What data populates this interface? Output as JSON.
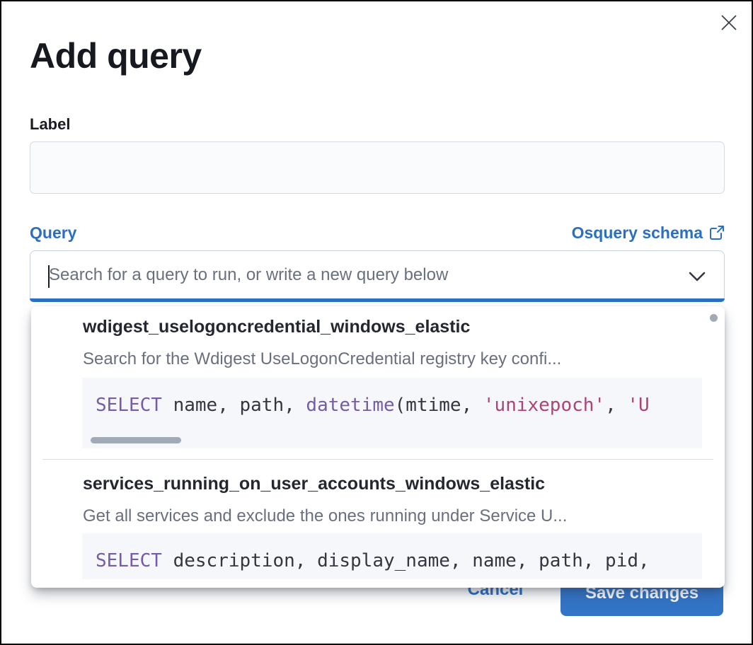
{
  "modal": {
    "title": "Add query",
    "label_field": {
      "label": "Label",
      "value": ""
    },
    "query_row": {
      "label": "Query",
      "schema_link_label": "Osquery schema",
      "schema_link_icon": "external-link-icon"
    },
    "combobox": {
      "placeholder": "Search for a query to run, or write a new query below",
      "value": "",
      "icon": "chevron-down-icon"
    },
    "dropdown": {
      "scrollbar": "vertical-scrollbar-thumb",
      "options": [
        {
          "title": "wdigest_uselogoncredential_windows_elastic",
          "description": "Search for the Wdigest UseLogonCredential registry key confi...",
          "sql": {
            "kw": "SELECT",
            "t1": " name, path, ",
            "fn": "datetime",
            "t2": "(mtime, ",
            "s1": "'unixepoch'",
            "t3": ", ",
            "s2": "'U"
          },
          "has_horizontal_scrollbar": true
        },
        {
          "title": "services_running_on_user_accounts_windows_elastic",
          "description": "Get all services and exclude the ones running under Service U...",
          "sql": {
            "kw": "SELECT",
            "t1": " description, display_name, name, path, pid,"
          },
          "has_horizontal_scrollbar": false
        }
      ]
    },
    "footer": {
      "cancel_label": "Cancel",
      "save_label": "Save changes"
    }
  },
  "colors": {
    "accent_blue": "#2b6fc4",
    "save_button_fill": "#3374c6",
    "focus_bar": "#2b6fc4",
    "code_background": "#f5f7fa",
    "code_keyword": "#765ba5",
    "code_string": "#ad4377",
    "code_text": "#343741",
    "subdued_text": "#69707d",
    "title_text": "#16191f",
    "input_border": "#d3dae6",
    "scrollbar_thumb": "#a2aab5"
  }
}
